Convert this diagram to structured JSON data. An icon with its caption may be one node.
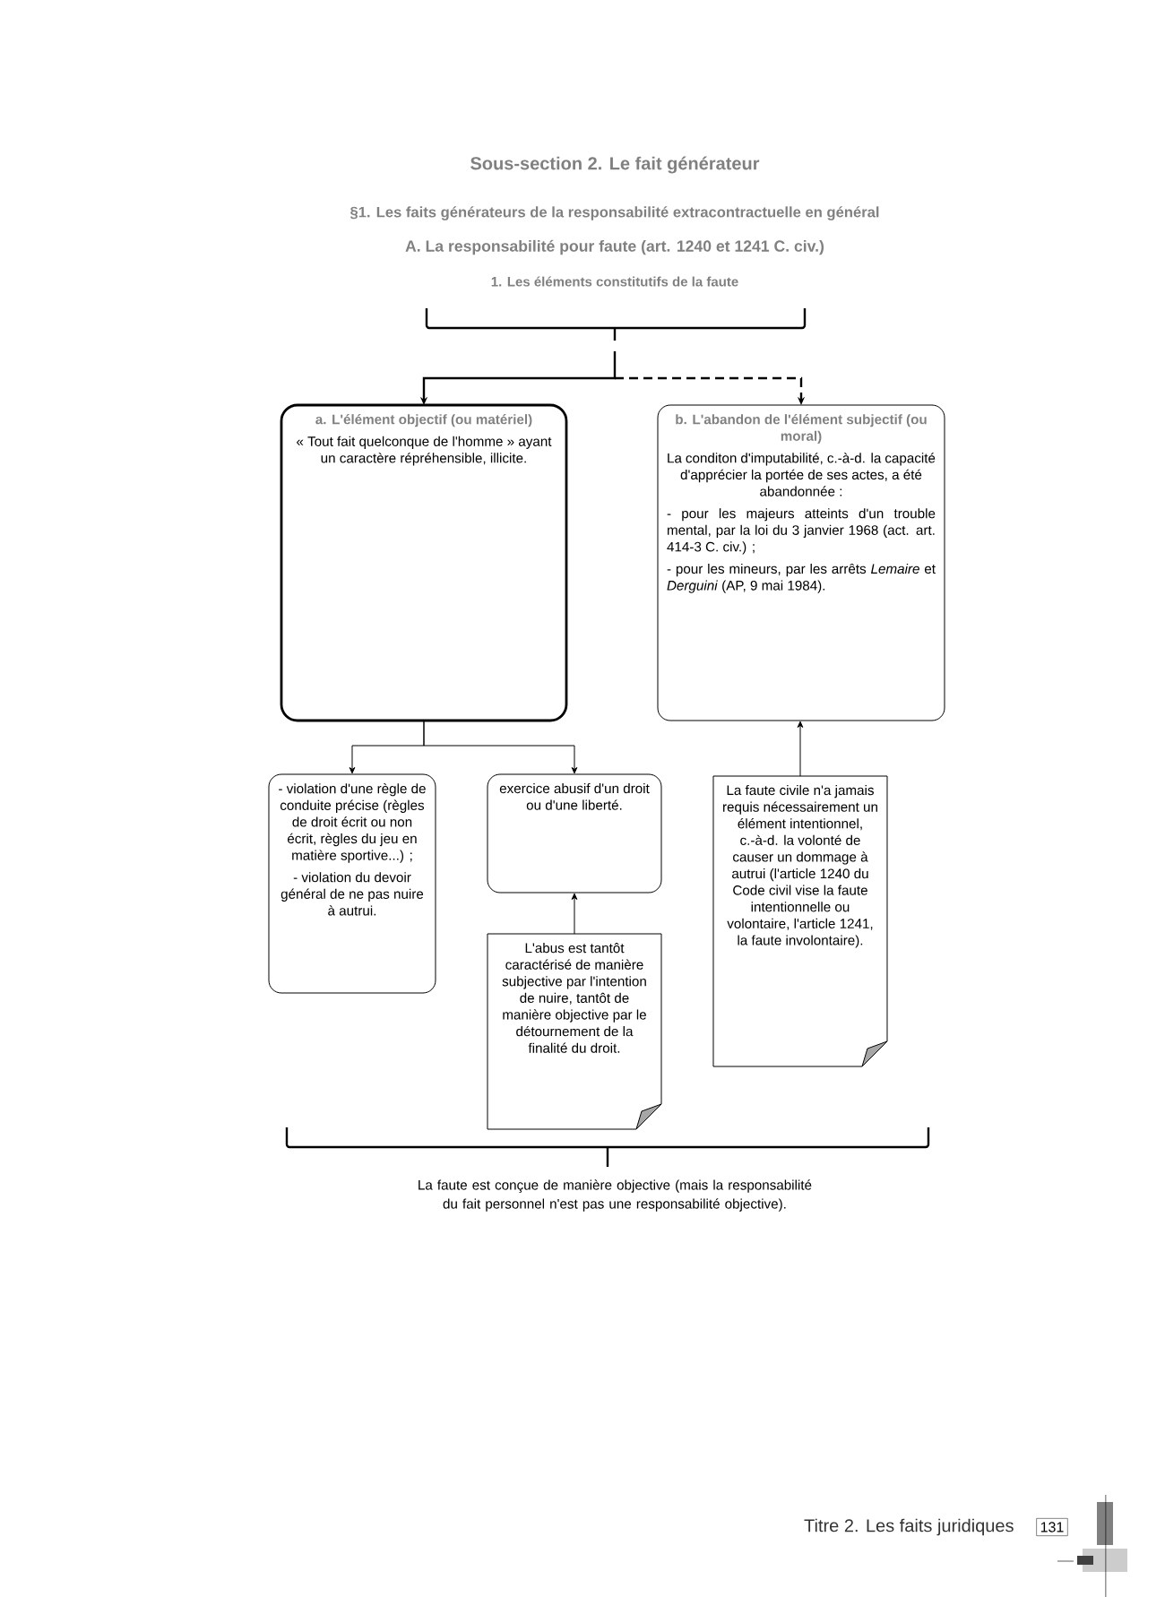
{
  "diagram": {
    "title": "Sous-section 2. Le fait générateur",
    "nodes": [
      {
        "text": [
          "1. Les éléments constitutifs de la faute"
        ]
      },
      {
        "text": [
          "a. L'élément objectif (ou matériel)",
          "« Tout fait quelconque de l'homme » ayant un caractère répréhensible, illicite."
        ]
      },
      {
        "text": [
          "b. L'abandon de l'élément subjectif (ou moral)",
          "La conditon d'imputabilité, c.-à-d. la capacité d'apprécier la portée de ses actes, a été abandonnée :",
          "- pour les majeurs atteints d'un trouble mental, par la loi du 3 janvier 1968 (act. art. 414-3 C. civ.) ;",
          "- pour les mineurs, par les arrêts *Lemaire* et *Derguini* (AP, 9 mai 1984)."
        ]
      },
      {
        "text": [
          "- violation d'une règle de conduite précise (règles de droit écrit ou non écrit, règles du jeu en matière sportive...) ;",
          "- violation du devoir général de ne pas nuire à autrui."
        ]
      },
      {
        "text": [
          "exercice abusif d'un droit ou d'une liberté."
        ]
      },
      {
        "text": [
          "L'abus est tantôt caractérisé de manière subjective par l'intention de nuire, tantôt de manière objective par le détournement de la finalité du droit."
        ]
      },
      {
        "text": [
          "La faute civile n'a jamais requis nécessairement un élément intentionnel, c.-à-d. la volonté de causer un dommage à autrui (l'article 1240 du Code civil vise la faute intentionnelle ou volontaire, l'article 1241, la faute involontaire)."
        ]
      }
    ],
    "edges": [
      {
        "from": 0,
        "to": 1,
        "arrow": "to"
      },
      {
        "from": 0,
        "to": 2,
        "arrow": "to",
        "style": "dashed"
      },
      {
        "from": 1,
        "to": 3,
        "arrow": "to"
      },
      {
        "from": 1,
        "to": 4,
        "arrow": "to"
      },
      {
        "from": 5,
        "to": 4,
        "arrow": "to"
      },
      {
        "from": 6,
        "to": 2,
        "arrow": "to"
      }
    ],
    "labels": [
      "§1. Les faits générateurs de la responsabilité extracontractuelle en général",
      "A. La responsabilité pour faute (art. 1240 et 1241 C. civ.)",
      "La faute est conçue de manière objective (mais la responsabilité du fait personnel n'est pas une responsabilité objective).",
      "Titre 2. Les faits juridiques",
      "131"
    ]
  }
}
